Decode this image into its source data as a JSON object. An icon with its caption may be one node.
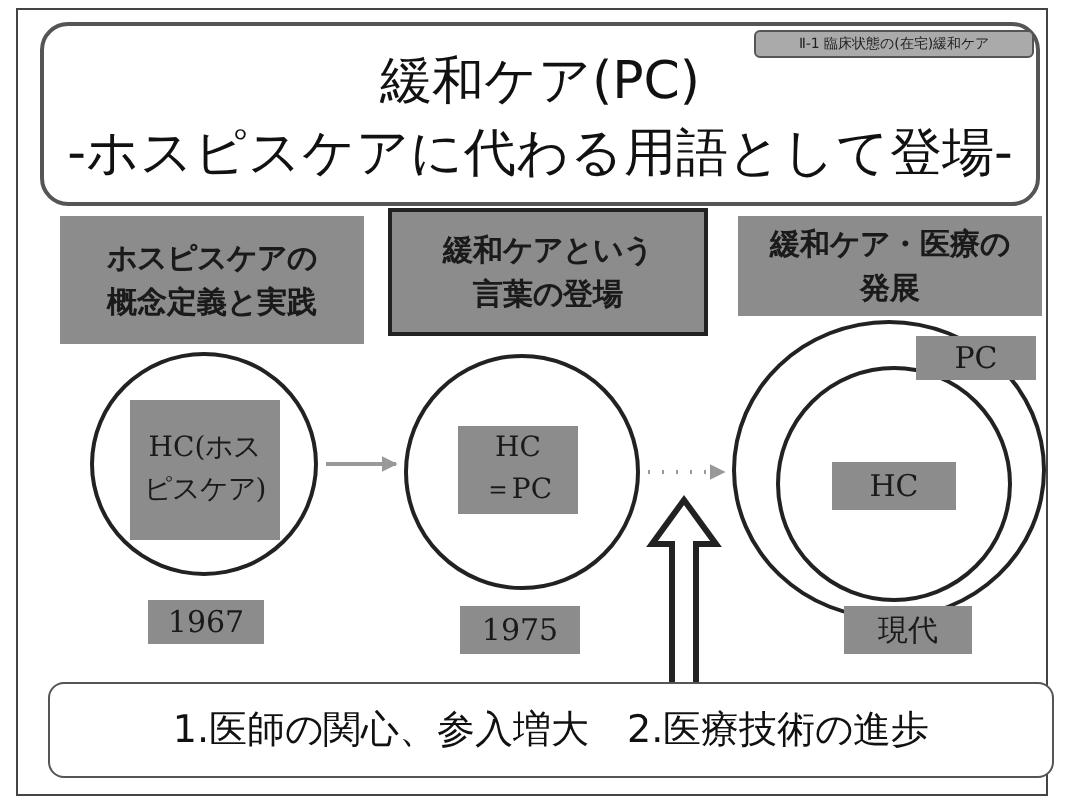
{
  "diagram": {
    "nodes": [
      {
        "text": [
          "緩和ケア(PC)",
          "-ホスピスケアに代わる用語として登場-"
        ]
      },
      {
        "text": [
          "Ⅱ-1 臨床状態の(在宅)緩和ケア"
        ],
        "in": 0
      },
      {
        "text": [
          "ホスピスケアの概念定義と実践"
        ]
      },
      {
        "text": [
          "緩和ケアという言葉の登場"
        ]
      },
      {
        "text": [
          "緩和ケア・医療の発展"
        ]
      },
      {
        "text": [],
        "shape": "circle"
      },
      {
        "text": [
          "HC(ホスピスケア)"
        ],
        "in": 5
      },
      {
        "text": [],
        "shape": "circle"
      },
      {
        "text": [
          "HC＝PC"
        ],
        "in": 7
      },
      {
        "text": [],
        "shape": "circle"
      },
      {
        "text": [],
        "shape": "circle",
        "in": 9
      },
      {
        "text": [
          "PC"
        ],
        "in": 9
      },
      {
        "text": [
          "HC"
        ],
        "in": 10
      },
      {
        "text": [
          "1967"
        ]
      },
      {
        "text": [
          "1975"
        ]
      },
      {
        "text": [
          "現代"
        ]
      },
      {
        "text": [
          "1.医師の関心、参入増大　2.医療技術の進歩"
        ]
      }
    ],
    "edges": [
      {
        "from": 5,
        "to": 7,
        "arrow": "to"
      },
      {
        "from": 7,
        "to": 9,
        "arrow": "to",
        "style": "dashed"
      },
      {
        "from": 16,
        "to": null,
        "arrow": "to",
        "style": "thick"
      }
    ]
  }
}
